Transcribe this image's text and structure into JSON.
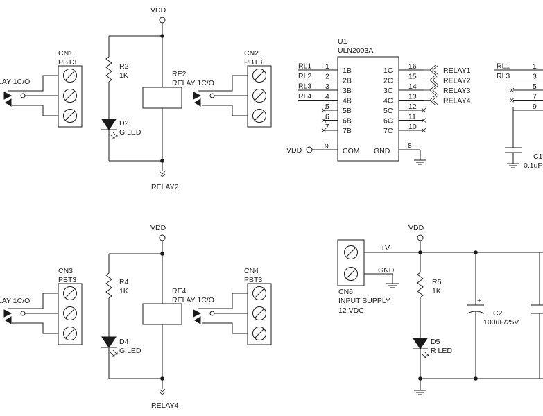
{
  "power": {
    "vdd": "VDD",
    "plus_v": "+V",
    "gnd": "GND"
  },
  "relay_block_1": {
    "left_relay_label": "LAY 1C/O",
    "cn_left": {
      "ref": "CN1",
      "value": "PBT3"
    },
    "resistor": {
      "ref": "R2",
      "value": "1K"
    },
    "led": {
      "ref": "D2",
      "value": "G LED"
    },
    "relay": {
      "ref": "RE2",
      "value": "RELAY 1C/O"
    },
    "cn_right": {
      "ref": "CN2",
      "value": "PBT3"
    },
    "net": "RELAY2"
  },
  "relay_block_2": {
    "left_relay_label": "LAY 1C/O",
    "cn_left": {
      "ref": "CN3",
      "value": "PBT3"
    },
    "resistor": {
      "ref": "R4",
      "value": "1K"
    },
    "led": {
      "ref": "D4",
      "value": "G LED"
    },
    "relay": {
      "ref": "RE4",
      "value": "RELAY 1C/O"
    },
    "cn_right": {
      "ref": "CN4",
      "value": "PBT3"
    },
    "net": "RELAY4"
  },
  "driver": {
    "ref": "U1",
    "part": "ULN2003A",
    "inputs": [
      {
        "net": "RL1",
        "pin": "1",
        "name": "1B"
      },
      {
        "net": "RL2",
        "pin": "2",
        "name": "2B"
      },
      {
        "net": "RL3",
        "pin": "3",
        "name": "3B"
      },
      {
        "net": "RL4",
        "pin": "4",
        "name": "4B"
      },
      {
        "net": "",
        "pin": "5",
        "name": "5B"
      },
      {
        "net": "",
        "pin": "6",
        "name": "6B"
      },
      {
        "net": "",
        "pin": "7",
        "name": "7B"
      }
    ],
    "outputs": [
      {
        "pin": "16",
        "name": "1C",
        "net": "RELAY1"
      },
      {
        "pin": "15",
        "name": "2C",
        "net": "RELAY2"
      },
      {
        "pin": "14",
        "name": "3C",
        "net": "RELAY3"
      },
      {
        "pin": "13",
        "name": "4C",
        "net": "RELAY4"
      },
      {
        "pin": "12",
        "name": "5C",
        "net": ""
      },
      {
        "pin": "11",
        "name": "6C",
        "net": ""
      },
      {
        "pin": "10",
        "name": "7C",
        "net": ""
      }
    ],
    "com": {
      "pin": "9",
      "name": "COM",
      "net": "VDD"
    },
    "gnd": {
      "pin": "8",
      "name": "GND"
    }
  },
  "right_partial": {
    "rows": [
      {
        "net": "RL1",
        "pin": "1"
      },
      {
        "net": "RL3",
        "pin": "3"
      },
      {
        "net": "",
        "pin": "5"
      },
      {
        "net": "",
        "pin": "7"
      },
      {
        "net": "",
        "pin": "9"
      }
    ],
    "cap": {
      "ref": "C1",
      "value": "0.1uF"
    }
  },
  "supply": {
    "connector": {
      "ref": "CN6",
      "label": "INPUT SUPPLY",
      "voltage": "12 VDC"
    },
    "resistor": {
      "ref": "R5",
      "value": "1K"
    },
    "led": {
      "ref": "D5",
      "value": "R LED"
    },
    "cap": {
      "ref": "C2",
      "value": "100uF/25V",
      "polarity": "+"
    }
  }
}
